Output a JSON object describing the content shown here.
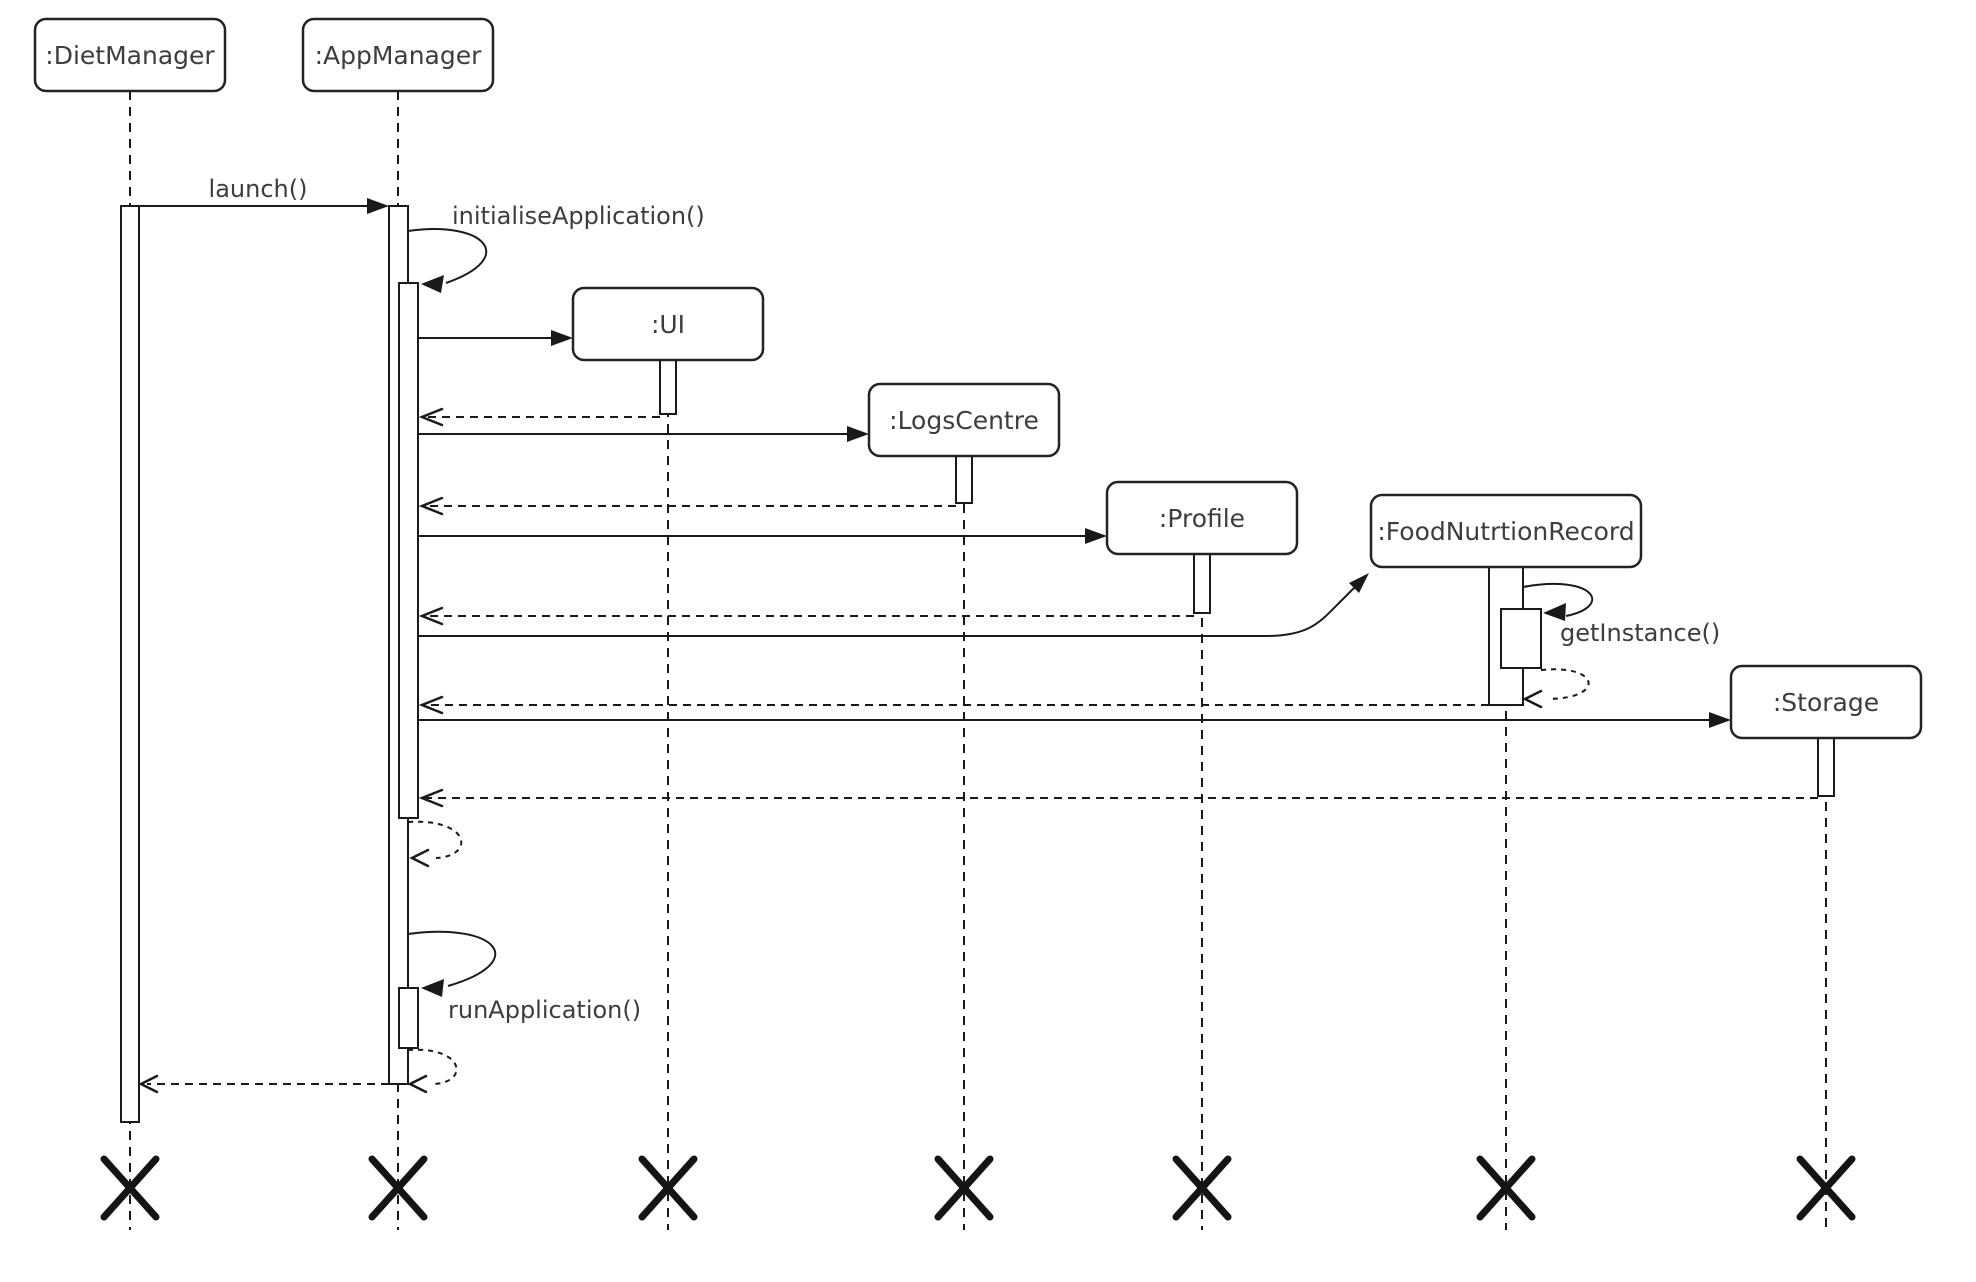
{
  "diagram": {
    "kind": "uml-sequence-diagram",
    "colors": {
      "background": "#ffffff",
      "line": "#1a1a1a",
      "text": "#3d3d3d"
    },
    "lifelines": [
      {
        "label": ":DietManager",
        "destroyed": true
      },
      {
        "label": ":AppManager",
        "destroyed": true
      },
      {
        "label": ":UI",
        "destroyed": true
      },
      {
        "label": ":LogsCentre",
        "destroyed": true
      },
      {
        "label": ":Profile",
        "destroyed": true
      },
      {
        "label": ":FoodNutrtionRecord",
        "destroyed": true
      },
      {
        "label": ":Storage",
        "destroyed": true
      }
    ],
    "messages": [
      {
        "label": "launch()",
        "from": ":DietManager",
        "to": ":AppManager",
        "kind": "sync-call"
      },
      {
        "label": "initialiseApplication()",
        "from": ":AppManager",
        "to": ":AppManager",
        "kind": "self-call"
      },
      {
        "label": "getInstance()",
        "from": ":FoodNutrtionRecord",
        "to": ":FoodNutrtionRecord",
        "kind": "self-call"
      },
      {
        "label": "runApplication()",
        "from": ":AppManager",
        "to": ":AppManager",
        "kind": "self-call"
      }
    ]
  }
}
